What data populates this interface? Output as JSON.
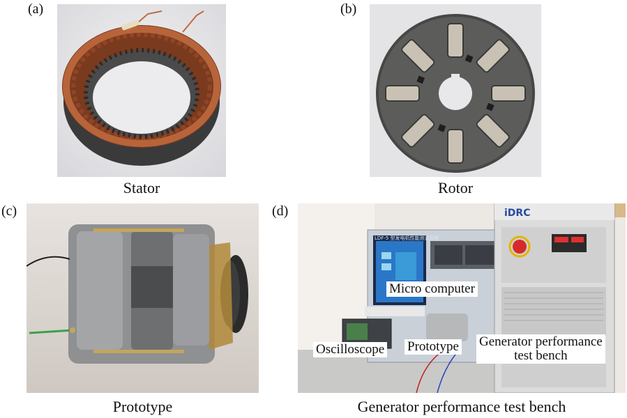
{
  "panels": {
    "a": {
      "letter": "(a)",
      "caption": "Stator"
    },
    "b": {
      "letter": "(b)",
      "caption": "Rotor"
    },
    "c": {
      "letter": "(c)",
      "caption": "Prototype"
    },
    "d": {
      "letter": "(d)",
      "caption": "Generator performance test bench",
      "callouts": {
        "micro_computer": "Micro computer",
        "oscilloscope": "Oscilloscope",
        "prototype": "Prototype",
        "bench_line1": "Generator performance",
        "bench_line2": "test bench"
      },
      "equipment_text": {
        "brand": "iDRC",
        "screen_title": "LDF-5 型发电机性能测试系统"
      }
    }
  }
}
